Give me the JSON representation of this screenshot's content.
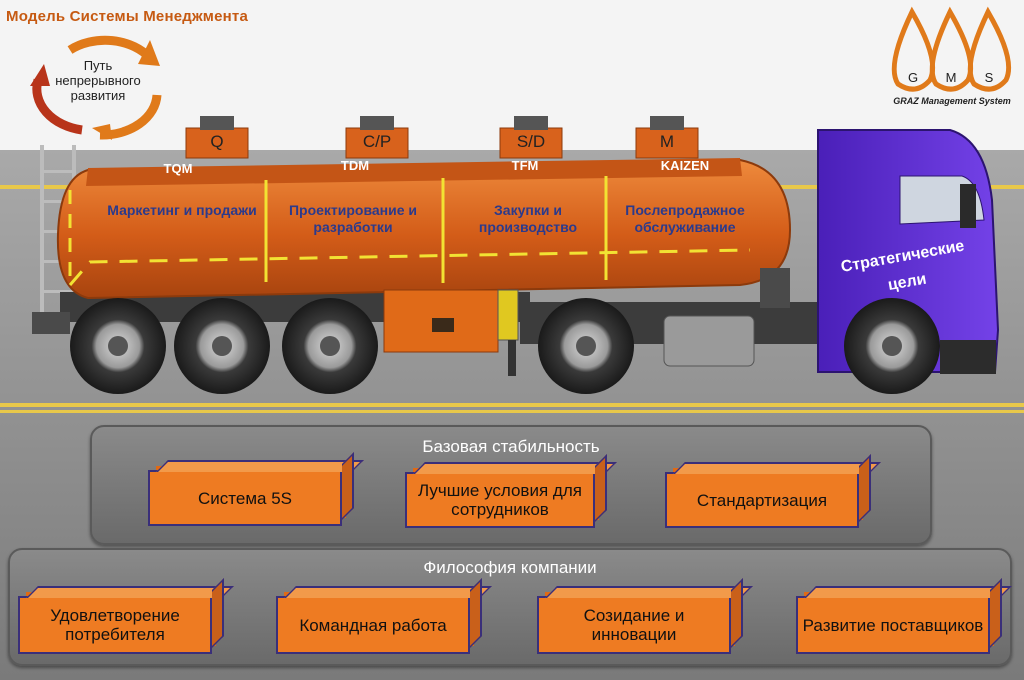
{
  "title": "Модель Системы Менеджмента",
  "cycle": {
    "label": "Путь непрерывного развития",
    "icon": "cycle-arrows-icon"
  },
  "logo": {
    "letters": [
      "G",
      "M",
      "S"
    ],
    "caption": "GRAZ Management System",
    "icon": "gms-drops-logo"
  },
  "truck": {
    "hatches": [
      "Q",
      "C/P",
      "S/D",
      "M"
    ],
    "tags": [
      "TQM",
      "TDM",
      "TFM",
      "KAIZEN"
    ],
    "sections": [
      "Маркетинг и продажи",
      "Проектирование и разработки",
      "Закупки и производство",
      "Послепродажное обслуживание"
    ],
    "cab_label": "Стратегические цели"
  },
  "base": {
    "title": "Базовая стабильность",
    "blocks": [
      "Система 5S",
      "Лучшие условия для сотрудников",
      "Стандартизация"
    ]
  },
  "philosophy": {
    "title": "Философия компании",
    "blocks": [
      "Удовлетворение потребителя",
      "Командная работа",
      "Созидание и инновации",
      "Развитие поставщиков"
    ]
  },
  "colors": {
    "tank": "#d8621c",
    "cab": "#5a2bd0",
    "accent": "#ee7b22",
    "divider": "#f2e233",
    "road": "#8a8a8a"
  }
}
